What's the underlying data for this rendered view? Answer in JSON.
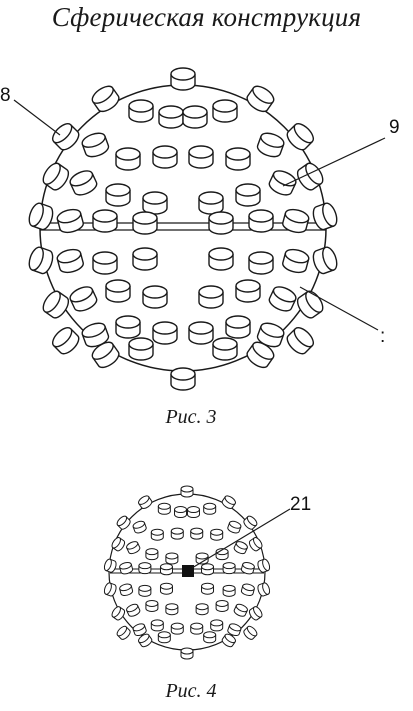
{
  "title": "Сферическая конструкция",
  "figure3": {
    "caption": "Рис. 3",
    "labels": {
      "left_top": "8",
      "right_top": "9",
      "right_bottom": ":"
    }
  },
  "figure4": {
    "caption": "Рис. 4",
    "labels": {
      "center_marker": "21"
    }
  }
}
